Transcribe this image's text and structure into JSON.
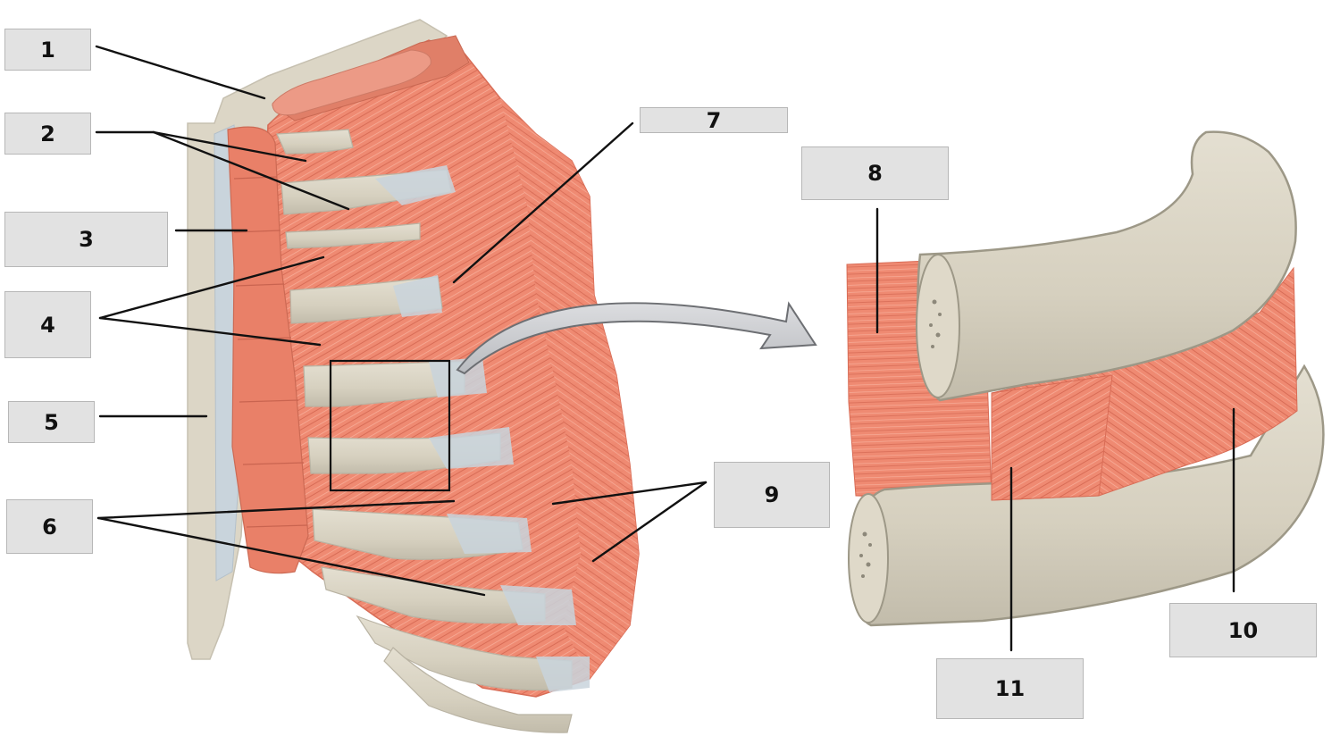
{
  "labels": [
    {
      "id": "1",
      "text": "1"
    },
    {
      "id": "2",
      "text": "2"
    },
    {
      "id": "3",
      "text": "3"
    },
    {
      "id": "4",
      "text": "4"
    },
    {
      "id": "5",
      "text": "5"
    },
    {
      "id": "6",
      "text": "6"
    },
    {
      "id": "7",
      "text": "7"
    },
    {
      "id": "8",
      "text": "8"
    },
    {
      "id": "9",
      "text": "9"
    },
    {
      "id": "10",
      "text": "10"
    },
    {
      "id": "11",
      "text": "11"
    }
  ],
  "colors": {
    "muscle": "#ef8a72",
    "muscle_dark": "#d86c56",
    "muscle_light": "#f7a893",
    "bone": "#d9d3c3",
    "bone_dark": "#b9b3a3",
    "cartilage": "#c9d4dc",
    "label_fill": "#e2e2e2",
    "leader": "#111111"
  }
}
